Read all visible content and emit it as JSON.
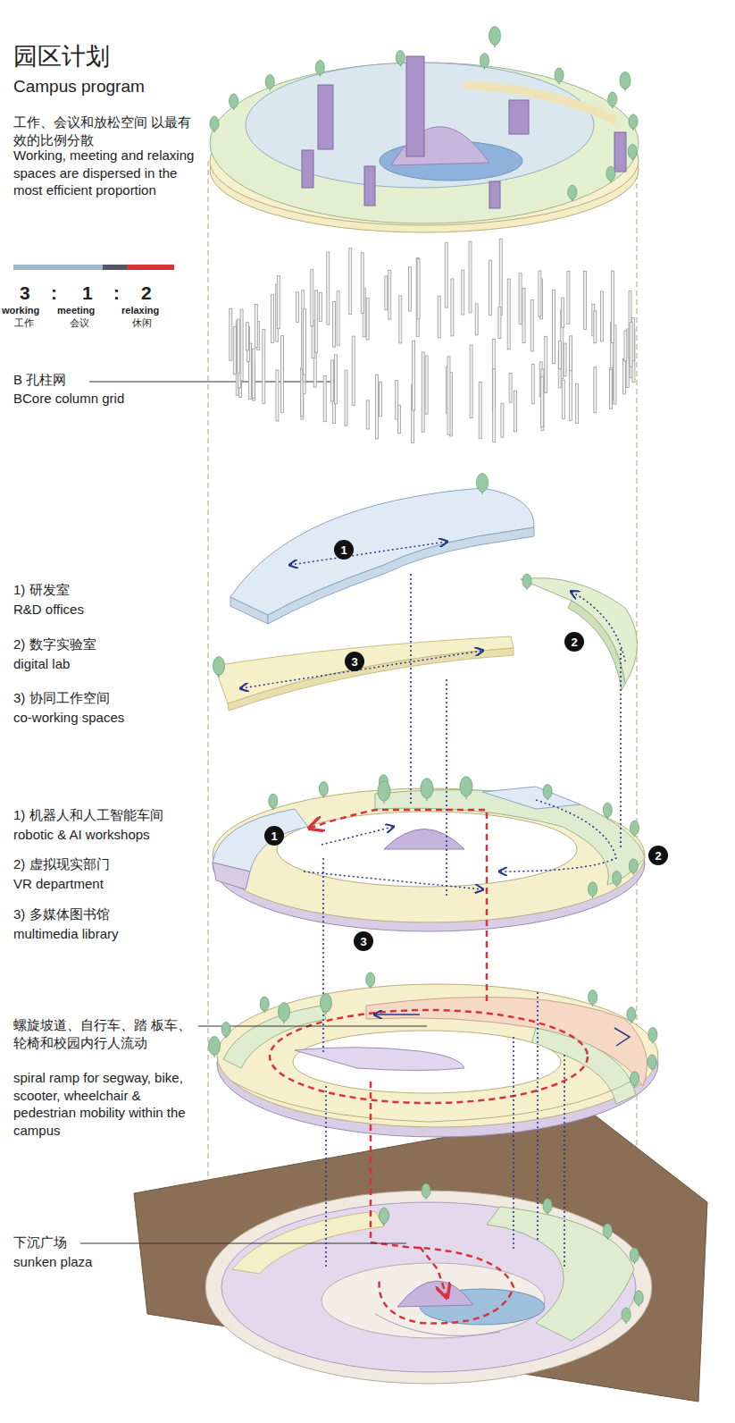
{
  "diagram": {
    "title": "园区计划",
    "nodes": [
      {
        "text": [
          "1"
        ]
      },
      {
        "text": [
          "2"
        ]
      },
      {
        "text": [
          "3"
        ]
      },
      {
        "text": [
          "1"
        ]
      },
      {
        "text": [
          "2"
        ]
      },
      {
        "text": [
          "3"
        ]
      }
    ],
    "labels": [
      "Campus program",
      "工作、会议和放松空间 以最有效的比例分散",
      "Working, meeting and relaxing spaces are dispersed in the most efficient proportion",
      "3",
      ":",
      "1",
      ":",
      "2",
      "working",
      "工作",
      "meeting",
      "会议",
      "relaxing",
      "休闲",
      "B 孔柱网",
      "BCore column grid",
      "1) 研发室",
      "R&D offices",
      "2) 数字实验室",
      "digital lab",
      "3) 协同工作空间",
      "co-working spaces",
      "1) 机器人和人工智能车间",
      "robotic & AI workshops",
      "2) 虚拟现实部门",
      "VR department",
      "3) 多媒体图书馆",
      "multimedia library",
      "螺旋坡道、自行车、踏 板车、轮椅和校园内行人流动",
      "spiral ramp for segway, bike, scooter, wheelchair & pedestrian mobility within the campus",
      "下沉广场",
      "sunken plaza"
    ]
  }
}
